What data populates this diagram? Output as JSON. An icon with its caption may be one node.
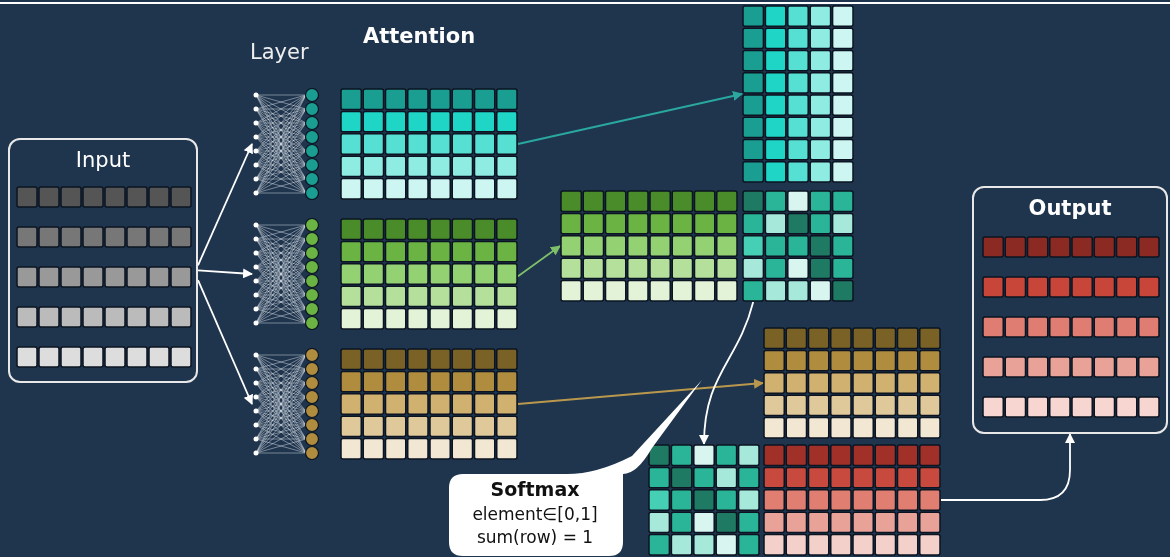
{
  "diagram": {
    "title": "Attention",
    "nodes": [
      {
        "text": [
          "Input"
        ]
      },
      {
        "text": [],
        "shape": "bar",
        "in": 0
      },
      {
        "text": [],
        "shape": "bar",
        "in": 0
      },
      {
        "text": [],
        "shape": "bar",
        "in": 0
      },
      {
        "text": [],
        "shape": "bar",
        "in": 0
      },
      {
        "text": [],
        "shape": "bar",
        "in": 0
      },
      {
        "text": [],
        "shape": "picture"
      },
      {
        "text": [],
        "shape": "picture"
      },
      {
        "text": [],
        "shape": "picture"
      },
      {
        "text": [],
        "shape": "grid"
      },
      {
        "text": [],
        "shape": "grid"
      },
      {
        "text": [],
        "shape": "grid"
      },
      {
        "text": [],
        "shape": "grid"
      },
      {
        "text": [],
        "shape": "grid"
      },
      {
        "text": [],
        "shape": "grid"
      },
      {
        "text": [],
        "shape": "grid"
      },
      {
        "text": [],
        "shape": "grid"
      },
      {
        "text": [],
        "shape": "grid"
      },
      {
        "text": [
          "Output"
        ]
      },
      {
        "text": [],
        "shape": "bar",
        "in": 18
      },
      {
        "text": [],
        "shape": "bar",
        "in": 18
      },
      {
        "text": [],
        "shape": "bar",
        "in": 18
      },
      {
        "text": [],
        "shape": "bar",
        "in": 18
      },
      {
        "text": [],
        "shape": "bar",
        "in": 18
      },
      {
        "text": [
          "Softmax",
          "element∈[0,1] sum(row) = 1"
        ]
      }
    ],
    "edges": [
      {
        "from": 0,
        "to": 6,
        "arrow": "to"
      },
      {
        "from": 0,
        "to": 7,
        "arrow": "to"
      },
      {
        "from": 0,
        "to": 8,
        "arrow": "to"
      },
      {
        "from": 9,
        "to": 12,
        "arrow": "to",
        "color": "#2aa8a0"
      },
      {
        "from": 10,
        "to": 13,
        "arrow": "to",
        "color": "#7ec06a"
      },
      {
        "from": 11,
        "to": 15,
        "arrow": "to",
        "color": "#b9984e"
      },
      {
        "from": 14,
        "to": 16,
        "arrow": "to"
      },
      {
        "from": 17,
        "to": 18,
        "arrow": "to"
      }
    ],
    "labels": [
      "Layer"
    ]
  }
}
